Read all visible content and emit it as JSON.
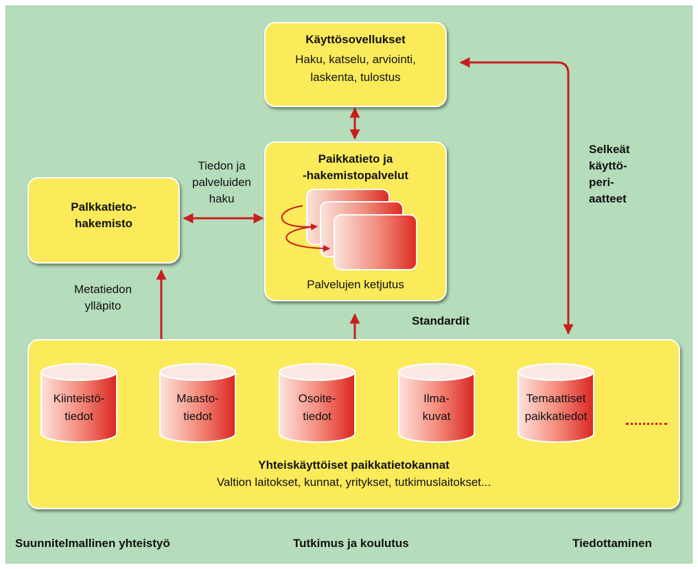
{
  "colors": {
    "background": "#b5dcbb",
    "box": "#fbea5a",
    "arrow": "#c81e1e"
  },
  "apps_box": {
    "title": "Käyttösovellukset",
    "line1": "Haku, katselu, arviointi,",
    "line2": "laskenta, tulostus"
  },
  "services_box": {
    "title_line1": "Paikkatieto ja",
    "title_line2": "-hakemistopalvelut",
    "caption": "Palvelujen ketjutus"
  },
  "directory_box": {
    "line1": "Palkkatieto-",
    "line2": "hakemisto"
  },
  "labels": {
    "search_line1": "Tiedon ja",
    "search_line2": "palveluiden",
    "search_line3": "haku",
    "meta_line1": "Metatiedon",
    "meta_line2": "ylläpito",
    "standards": "Standardit",
    "principles_line1": "Selkeät",
    "principles_line2": "käyttö-",
    "principles_line3": "peri-",
    "principles_line4": "aatteet"
  },
  "databases": [
    {
      "line1": "Kiinteistö-",
      "line2": "tiedot"
    },
    {
      "line1": "Maasto-",
      "line2": "tiedot"
    },
    {
      "line1": "Osoite-",
      "line2": "tiedot"
    },
    {
      "line1": "Ilma-",
      "line2": "kuvat"
    },
    {
      "line1": "Temaattiset",
      "line2": "paikkatiedot"
    }
  ],
  "databases_box": {
    "title": "Yhteiskäyttöiset paikkatietokannat",
    "subtitle": "Valtion laitokset, kunnat, yritykset, tutkimuslaitokset..."
  },
  "footer": {
    "left": "Suunnitelmallinen yhteistyö",
    "center": "Tutkimus ja koulutus",
    "right": "Tiedottaminen"
  }
}
